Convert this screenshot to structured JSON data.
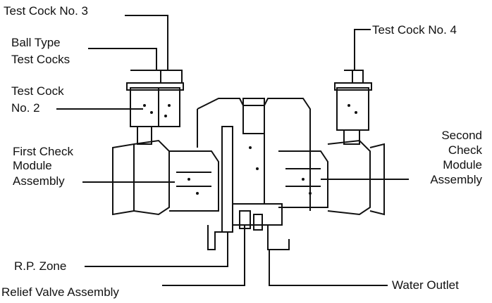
{
  "diagram": {
    "labels": {
      "test_cock_3": "Test Cock No. 3",
      "ball_type_1": "Ball Type",
      "ball_type_2": "Test Cocks",
      "test_cock_2_1": "Test Cock",
      "test_cock_2_2": "No. 2",
      "first_check_1": "First Check",
      "first_check_2": "Module",
      "first_check_3": "Assembly",
      "test_cock_4": "Test Cock No. 4",
      "second_check_1": "Second",
      "second_check_2": "Check",
      "second_check_3": "Module",
      "second_check_4": "Assembly",
      "rp_zone": "R.P. Zone",
      "relief_valve": "Relief Valve Assembly",
      "water_outlet": "Water Outlet"
    }
  }
}
